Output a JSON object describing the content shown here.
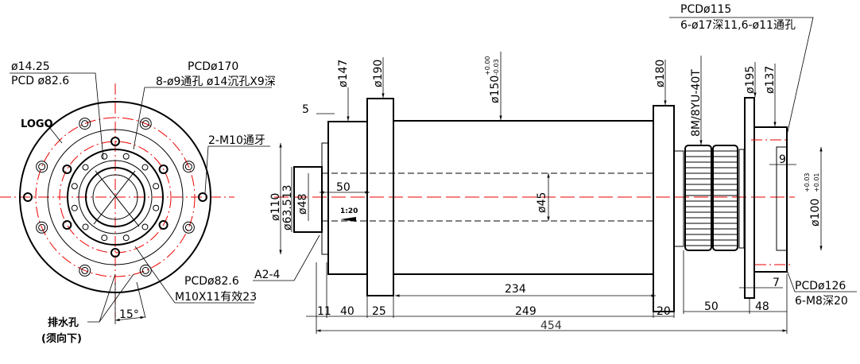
{
  "front_view": {
    "hole_label_1": "ø14.25",
    "hole_label_2": "PCD ø82.6",
    "pcd170_label": "PCDø170",
    "bolt_holes_label": "8-ø9通孔 ø14沉孔X9深",
    "logo_label": "LOGO",
    "tapped_label": "2-M10通牙",
    "pcd82_label": "PCDø82.6",
    "thread_label": "M10X11有效23",
    "drain_label": "排水孔",
    "drain_note": "(须向下)",
    "angle_label": "15°"
  },
  "side_view": {
    "nose_label": "A2-4",
    "dia_147": "ø147",
    "dia_190": "ø190",
    "dia_150": "ø150",
    "dia_150_tol_upper": "+0.00",
    "dia_150_tol_lower": "-0.03",
    "dia_110": "ø110",
    "dia_63": "ø63.513",
    "dia_48": "ø48",
    "dia_45": "ø45",
    "dia_180": "ø180",
    "pulley_label": "8M/8YU-40T",
    "dia_195": "ø195",
    "dia_137": "ø137",
    "dia_100": "ø100",
    "dia_100_tol_upper": "+0.03",
    "dia_100_tol_lower": "+0.01",
    "rear_pcd_label": "PCDø115",
    "rear_holes_label": "6-ø17深11,6-ø11通孔",
    "rear_pcd126_label": "PCDø126",
    "rear_thread_label": "6-M8深20",
    "taper_label": "1:20",
    "dim_5": "5",
    "dim_50_bore": "50",
    "dim_9": "9",
    "dim_7": "7",
    "dim_234": "234",
    "dim_11": "11",
    "dim_40": "40",
    "dim_25": "25",
    "dim_249": "249",
    "dim_20": "20",
    "dim_50": "50",
    "dim_48": "48",
    "dim_454": "454"
  },
  "colors": {
    "line": "#000000",
    "center_line": "#e00000"
  }
}
